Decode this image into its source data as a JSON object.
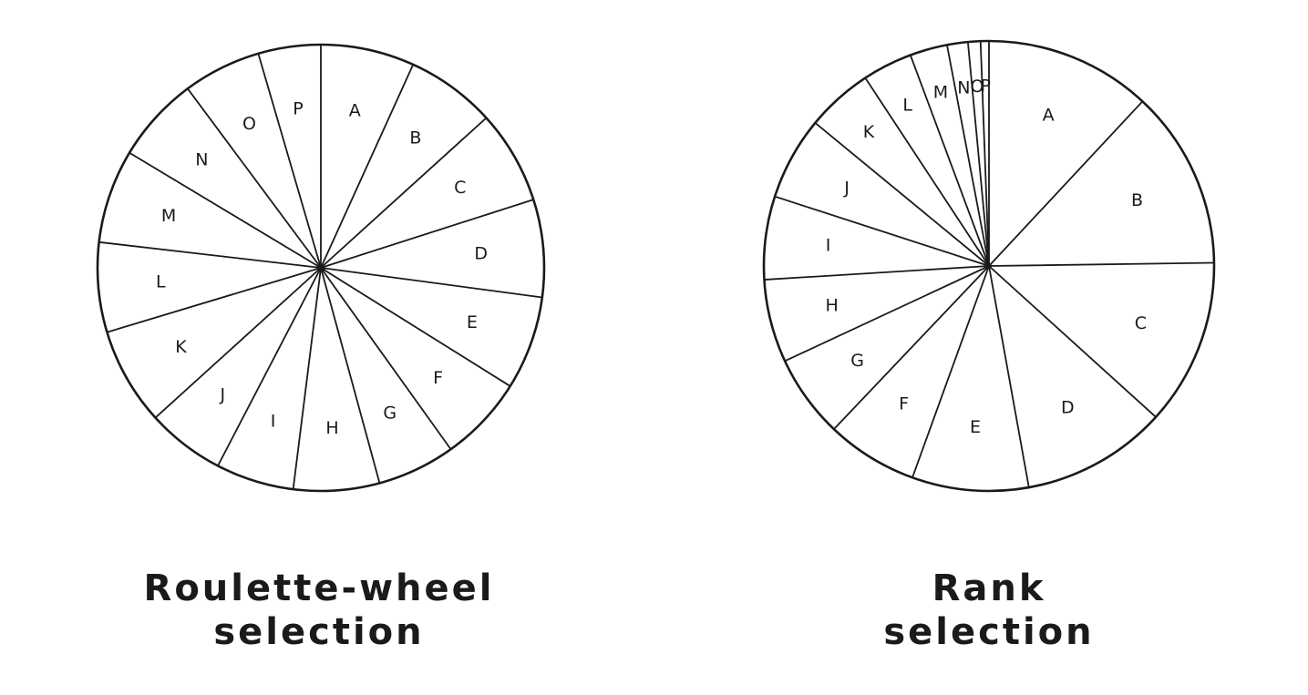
{
  "chart_data": [
    {
      "type": "pie",
      "caption": [
        "Roulette-wheel",
        "selection"
      ],
      "start_angle_deg": 0,
      "direction": "clockwise",
      "slices": [
        {
          "label": "A",
          "value": 24
        },
        {
          "label": "B",
          "value": 23
        },
        {
          "label": "C",
          "value": 24
        },
        {
          "label": "D",
          "value": 25
        },
        {
          "label": "E",
          "value": 24
        },
        {
          "label": "F",
          "value": 22
        },
        {
          "label": "G",
          "value": 20
        },
        {
          "label": "H",
          "value": 22
        },
        {
          "label": "I",
          "value": 20
        },
        {
          "label": "J",
          "value": 20
        },
        {
          "label": "K",
          "value": 25
        },
        {
          "label": "L",
          "value": 23
        },
        {
          "label": "M",
          "value": 24
        },
        {
          "label": "N",
          "value": 22
        },
        {
          "label": "O",
          "value": 20
        },
        {
          "label": "P",
          "value": 16
        }
      ]
    },
    {
      "type": "pie",
      "caption": [
        "Rank",
        "selection"
      ],
      "start_angle_deg": 0,
      "direction": "clockwise",
      "slices": [
        {
          "label": "A",
          "value": 40
        },
        {
          "label": "B",
          "value": 43
        },
        {
          "label": "C",
          "value": 40
        },
        {
          "label": "D",
          "value": 35
        },
        {
          "label": "E",
          "value": 28
        },
        {
          "label": "F",
          "value": 22
        },
        {
          "label": "G",
          "value": 20
        },
        {
          "label": "H",
          "value": 20
        },
        {
          "label": "I",
          "value": 20
        },
        {
          "label": "J",
          "value": 20
        },
        {
          "label": "K",
          "value": 16
        },
        {
          "label": "L",
          "value": 12
        },
        {
          "label": "M",
          "value": 9
        },
        {
          "label": "N",
          "value": 5
        },
        {
          "label": "O",
          "value": 3
        },
        {
          "label": "P",
          "value": 2
        }
      ]
    }
  ]
}
